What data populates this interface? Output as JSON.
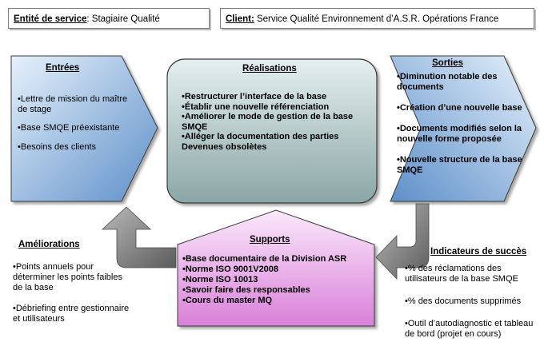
{
  "header_left": {
    "label": "Entité de service",
    "sep": ": ",
    "value": "Stagiaire Qualité"
  },
  "header_right": {
    "label": "Client:",
    "value": "Service Qualité Environnement d’A.S.R. Opérations France"
  },
  "entrees": {
    "title": "Entrées",
    "items": [
      "•Lettre de mission du maître de stage",
      "•Base SMQE préexistante",
      "•Besoins des clients"
    ]
  },
  "realisations": {
    "title": "Réalisations",
    "items": [
      "•Restructurer l’interface de la base",
      "•Établir une nouvelle référenciation",
      "•Améliorer le mode de gestion de la base SMQE",
      "•Alléger la documentation des parties Devenues obsolètes"
    ]
  },
  "sorties": {
    "title": "Sorties",
    "items": [
      "•Diminution notable des documents",
      "•Création d’une nouvelle base",
      "•Documents modifiés selon la nouvelle forme proposée",
      "•Nouvelle structure de la base SMQE"
    ]
  },
  "supports": {
    "title": "Supports",
    "items": [
      "•Base documentaire de la Division ASR",
      "•Norme ISO 9001V2008",
      "•Norme ISO 10013",
      "•Savoir faire des responsables",
      "•Cours du master MQ"
    ]
  },
  "ameliorations": {
    "title": "Améliorations",
    "items": [
      "•Points annuels pour déterminer les points faibles de la base",
      "•Débriefing entre gestionnaire et utilisateurs"
    ]
  },
  "indicateurs": {
    "title": "Indicateurs de succès",
    "items": [
      "•% des réclamations des utilisateurs de la base SMQE",
      "•% des documents supprimés",
      "•Outil d’autodiagnostic et tableau de bord (projet en cours)"
    ]
  },
  "colors": {
    "blue_light": "#e6f1fb",
    "blue_dark": "#5d8fc9",
    "teal_light": "#e5efef",
    "teal_dark": "#8aa6a6",
    "pink_light": "#fbe8fb",
    "pink_dark": "#d980d9",
    "arrow_light": "#b9b9b9",
    "arrow_dark": "#5c5c5c"
  }
}
